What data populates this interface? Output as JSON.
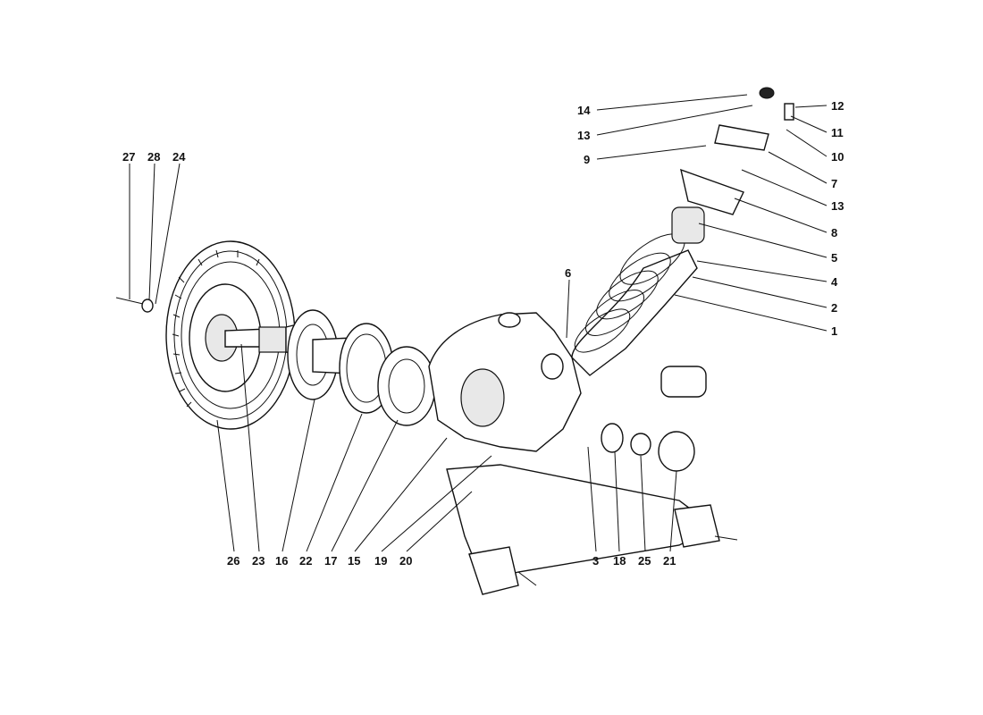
{
  "callouts": [
    {
      "id": "c14",
      "label": "14"
    },
    {
      "id": "c13a",
      "label": "13"
    },
    {
      "id": "c9",
      "label": "9"
    },
    {
      "id": "c12",
      "label": "12"
    },
    {
      "id": "c11",
      "label": "11"
    },
    {
      "id": "c10",
      "label": "10"
    },
    {
      "id": "c7",
      "label": "7"
    },
    {
      "id": "c13b",
      "label": "13"
    },
    {
      "id": "c8",
      "label": "8"
    },
    {
      "id": "c5",
      "label": "5"
    },
    {
      "id": "c4",
      "label": "4"
    },
    {
      "id": "c2",
      "label": "2"
    },
    {
      "id": "c1",
      "label": "1"
    },
    {
      "id": "c6",
      "label": "6"
    },
    {
      "id": "c27",
      "label": "27"
    },
    {
      "id": "c28",
      "label": "28"
    },
    {
      "id": "c24",
      "label": "24"
    },
    {
      "id": "c26",
      "label": "26"
    },
    {
      "id": "c23",
      "label": "23"
    },
    {
      "id": "c16",
      "label": "16"
    },
    {
      "id": "c22",
      "label": "22"
    },
    {
      "id": "c17",
      "label": "17"
    },
    {
      "id": "c15",
      "label": "15"
    },
    {
      "id": "c19",
      "label": "19"
    },
    {
      "id": "c20",
      "label": "20"
    },
    {
      "id": "c3",
      "label": "3"
    },
    {
      "id": "c18",
      "label": "18"
    },
    {
      "id": "c25",
      "label": "25"
    },
    {
      "id": "c21",
      "label": "21"
    }
  ]
}
